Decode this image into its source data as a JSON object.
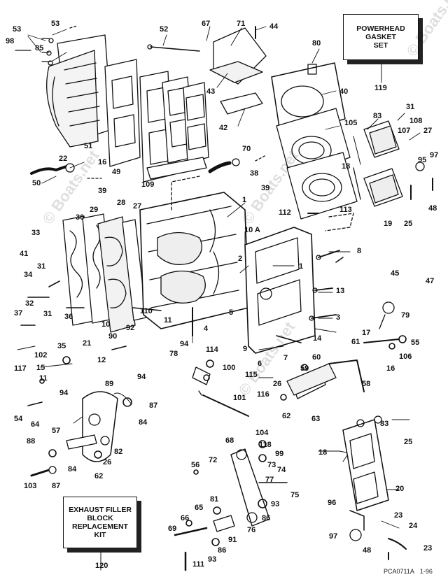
{
  "callouts": {
    "powerhead_gasket_set": [
      "POWERHEAD",
      "GASKET",
      "SET"
    ],
    "exhaust_filler_kit": [
      "EXHAUST FILLER",
      "BLOCK",
      "REPLACEMENT",
      "KIT"
    ]
  },
  "part_numbers": [
    {
      "id": "p53a",
      "text": "53"
    },
    {
      "id": "p53b",
      "text": "53"
    },
    {
      "id": "p98",
      "text": "98"
    },
    {
      "id": "p85",
      "text": "85"
    },
    {
      "id": "p52",
      "text": "52"
    },
    {
      "id": "p67",
      "text": "67"
    },
    {
      "id": "p71",
      "text": "71"
    },
    {
      "id": "p44",
      "text": "44"
    },
    {
      "id": "p80",
      "text": "80"
    },
    {
      "id": "p119",
      "text": "119"
    },
    {
      "id": "p43",
      "text": "43"
    },
    {
      "id": "p40",
      "text": "40"
    },
    {
      "id": "p42",
      "text": "42"
    },
    {
      "id": "p31a",
      "text": "31"
    },
    {
      "id": "p83a",
      "text": "83"
    },
    {
      "id": "p108",
      "text": "108"
    },
    {
      "id": "p107",
      "text": "107"
    },
    {
      "id": "p105",
      "text": "105"
    },
    {
      "id": "p27a",
      "text": "27"
    },
    {
      "id": "p51",
      "text": "51"
    },
    {
      "id": "p16",
      "text": "16"
    },
    {
      "id": "p49",
      "text": "49"
    },
    {
      "id": "p109",
      "text": "109"
    },
    {
      "id": "p70",
      "text": "70"
    },
    {
      "id": "p22",
      "text": "22"
    },
    {
      "id": "p18a",
      "text": "18"
    },
    {
      "id": "p95",
      "text": "95"
    },
    {
      "id": "p97a",
      "text": "97"
    },
    {
      "id": "p38",
      "text": "38"
    },
    {
      "id": "p50",
      "text": "50"
    },
    {
      "id": "p39a",
      "text": "39"
    },
    {
      "id": "p39b",
      "text": "39"
    },
    {
      "id": "p48a",
      "text": "48"
    },
    {
      "id": "p1a",
      "text": "1"
    },
    {
      "id": "p28",
      "text": "28"
    },
    {
      "id": "p27b",
      "text": "27"
    },
    {
      "id": "p29",
      "text": "29"
    },
    {
      "id": "p30",
      "text": "30"
    },
    {
      "id": "p112",
      "text": "112"
    },
    {
      "id": "p113",
      "text": "113"
    },
    {
      "id": "p19",
      "text": "19"
    },
    {
      "id": "p25a",
      "text": "25"
    },
    {
      "id": "p33",
      "text": "33"
    },
    {
      "id": "p10a",
      "text": "10 A"
    },
    {
      "id": "p41",
      "text": "41"
    },
    {
      "id": "p8",
      "text": "8"
    },
    {
      "id": "p31b",
      "text": "31"
    },
    {
      "id": "p2",
      "text": "2"
    },
    {
      "id": "p1b",
      "text": "1"
    },
    {
      "id": "p34",
      "text": "34"
    },
    {
      "id": "p45",
      "text": "45"
    },
    {
      "id": "p47",
      "text": "47"
    },
    {
      "id": "p13",
      "text": "13"
    },
    {
      "id": "p32",
      "text": "32"
    },
    {
      "id": "p31c",
      "text": "31"
    },
    {
      "id": "p110",
      "text": "110"
    },
    {
      "id": "p5",
      "text": "5"
    },
    {
      "id": "p37",
      "text": "37"
    },
    {
      "id": "p36",
      "text": "36"
    },
    {
      "id": "p3",
      "text": "3"
    },
    {
      "id": "p79",
      "text": "79"
    },
    {
      "id": "p10b",
      "text": "10"
    },
    {
      "id": "p11a",
      "text": "11"
    },
    {
      "id": "p92",
      "text": "92"
    },
    {
      "id": "p4",
      "text": "4"
    },
    {
      "id": "p14",
      "text": "14"
    },
    {
      "id": "p17",
      "text": "17"
    },
    {
      "id": "p35",
      "text": "35"
    },
    {
      "id": "p90",
      "text": "90"
    },
    {
      "id": "p21",
      "text": "21"
    },
    {
      "id": "p94a",
      "text": "94"
    },
    {
      "id": "p114",
      "text": "114"
    },
    {
      "id": "p9",
      "text": "9"
    },
    {
      "id": "p61",
      "text": "61"
    },
    {
      "id": "p55",
      "text": "55"
    },
    {
      "id": "p102",
      "text": "102"
    },
    {
      "id": "p78",
      "text": "78"
    },
    {
      "id": "p7",
      "text": "7"
    },
    {
      "id": "p117",
      "text": "117"
    },
    {
      "id": "p12",
      "text": "12"
    },
    {
      "id": "p106",
      "text": "106"
    },
    {
      "id": "p15",
      "text": "15"
    },
    {
      "id": "p6",
      "text": "6"
    },
    {
      "id": "p60",
      "text": "60"
    },
    {
      "id": "p100",
      "text": "100"
    },
    {
      "id": "p115",
      "text": "115"
    },
    {
      "id": "p94b",
      "text": "94"
    },
    {
      "id": "p59",
      "text": "59"
    },
    {
      "id": "p16b",
      "text": "16"
    },
    {
      "id": "p11b",
      "text": "11"
    },
    {
      "id": "p89",
      "text": "89"
    },
    {
      "id": "p26a",
      "text": "26"
    },
    {
      "id": "p94c",
      "text": "94"
    },
    {
      "id": "p116",
      "text": "116"
    },
    {
      "id": "p58",
      "text": "58"
    },
    {
      "id": "p101",
      "text": "101"
    },
    {
      "id": "p87a",
      "text": "87"
    },
    {
      "id": "p62a",
      "text": "62"
    },
    {
      "id": "p54",
      "text": "54"
    },
    {
      "id": "p64",
      "text": "64"
    },
    {
      "id": "p63",
      "text": "63"
    },
    {
      "id": "p84a",
      "text": "84"
    },
    {
      "id": "p57",
      "text": "57"
    },
    {
      "id": "p104",
      "text": "104"
    },
    {
      "id": "p68",
      "text": "68"
    },
    {
      "id": "p83b",
      "text": "83"
    },
    {
      "id": "p118",
      "text": "118"
    },
    {
      "id": "p88",
      "text": "88"
    },
    {
      "id": "p25b",
      "text": "25"
    },
    {
      "id": "p82",
      "text": "82"
    },
    {
      "id": "p99",
      "text": "99"
    },
    {
      "id": "p26b",
      "text": "26"
    },
    {
      "id": "p18b",
      "text": "18"
    },
    {
      "id": "p56",
      "text": "56"
    },
    {
      "id": "p72",
      "text": "72"
    },
    {
      "id": "p84b",
      "text": "84"
    },
    {
      "id": "p73",
      "text": "73"
    },
    {
      "id": "p74",
      "text": "74"
    },
    {
      "id": "p62b",
      "text": "62"
    },
    {
      "id": "p87b",
      "text": "87"
    },
    {
      "id": "p77",
      "text": "77"
    },
    {
      "id": "p103",
      "text": "103"
    },
    {
      "id": "p75",
      "text": "75"
    },
    {
      "id": "p20",
      "text": "20"
    },
    {
      "id": "p81",
      "text": "81"
    },
    {
      "id": "p65",
      "text": "65"
    },
    {
      "id": "p93a",
      "text": "93"
    },
    {
      "id": "p96",
      "text": "96"
    },
    {
      "id": "p66",
      "text": "66"
    },
    {
      "id": "p86a",
      "text": "86"
    },
    {
      "id": "p23a",
      "text": "23"
    },
    {
      "id": "p24",
      "text": "24"
    },
    {
      "id": "p69",
      "text": "69"
    },
    {
      "id": "p76",
      "text": "76"
    },
    {
      "id": "p91",
      "text": "91"
    },
    {
      "id": "p97b",
      "text": "97"
    },
    {
      "id": "p86b",
      "text": "86"
    },
    {
      "id": "p23b",
      "text": "23"
    },
    {
      "id": "p48b",
      "text": "48"
    },
    {
      "id": "p120",
      "text": "120"
    },
    {
      "id": "p111",
      "text": "111"
    },
    {
      "id": "p93b",
      "text": "93"
    }
  ],
  "watermarks": [
    "© Boats.net",
    "© Boats.net",
    "© Boats.net",
    "© Boats.net"
  ],
  "footer": {
    "code": "PCA0711A",
    "date": "1-96"
  }
}
